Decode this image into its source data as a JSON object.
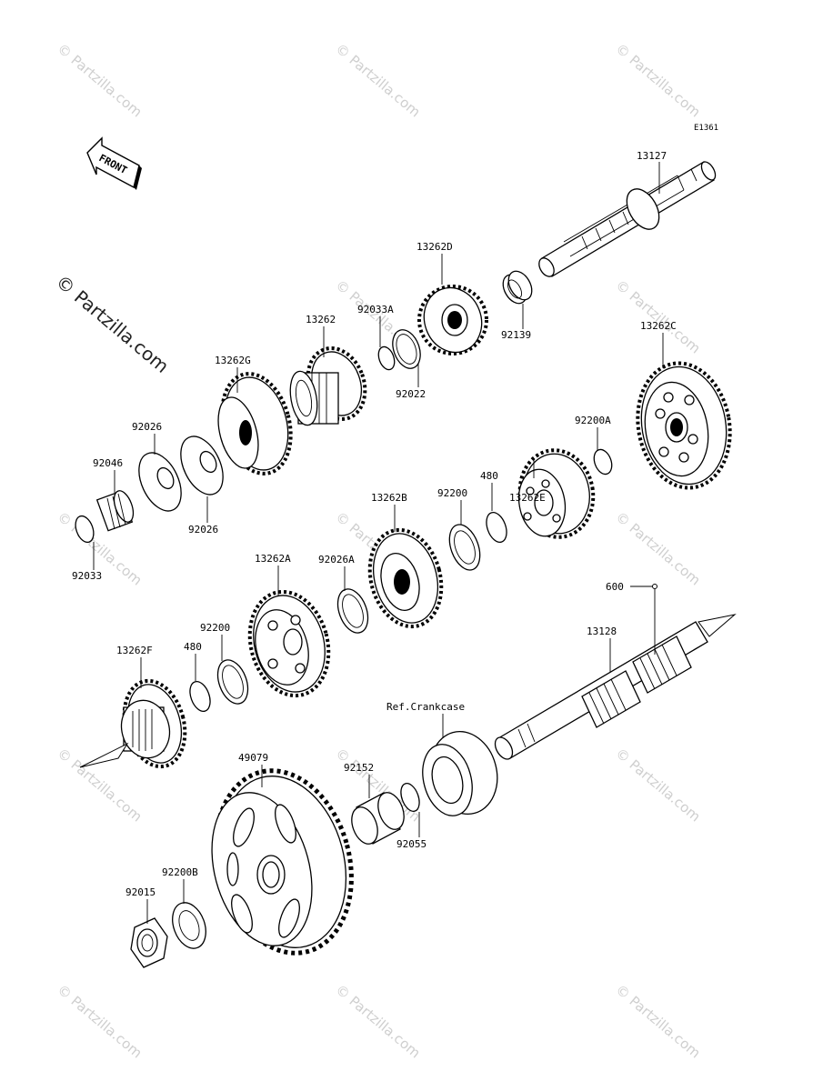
{
  "diagram": {
    "code": "E1361",
    "front_label": "FRONT",
    "watermark": "© Partzilla.com",
    "reference": "Ref.Crankcase",
    "parts": [
      {
        "id": "13127"
      },
      {
        "id": "13262D"
      },
      {
        "id": "92139"
      },
      {
        "id": "92033A"
      },
      {
        "id": "13262"
      },
      {
        "id": "92022"
      },
      {
        "id": "13262G"
      },
      {
        "id": "13262C"
      },
      {
        "id": "92026"
      },
      {
        "id": "92046"
      },
      {
        "id": "92026"
      },
      {
        "id": "92033"
      },
      {
        "id": "13262E"
      },
      {
        "id": "92200A"
      },
      {
        "id": "480"
      },
      {
        "id": "92200"
      },
      {
        "id": "13262B"
      },
      {
        "id": "92026A"
      },
      {
        "id": "13262A"
      },
      {
        "id": "92200"
      },
      {
        "id": "480"
      },
      {
        "id": "13262F"
      },
      {
        "id": "600"
      },
      {
        "id": "13128"
      },
      {
        "id": "49079"
      },
      {
        "id": "92152"
      },
      {
        "id": "92055"
      },
      {
        "id": "92200B"
      },
      {
        "id": "92015"
      }
    ]
  }
}
